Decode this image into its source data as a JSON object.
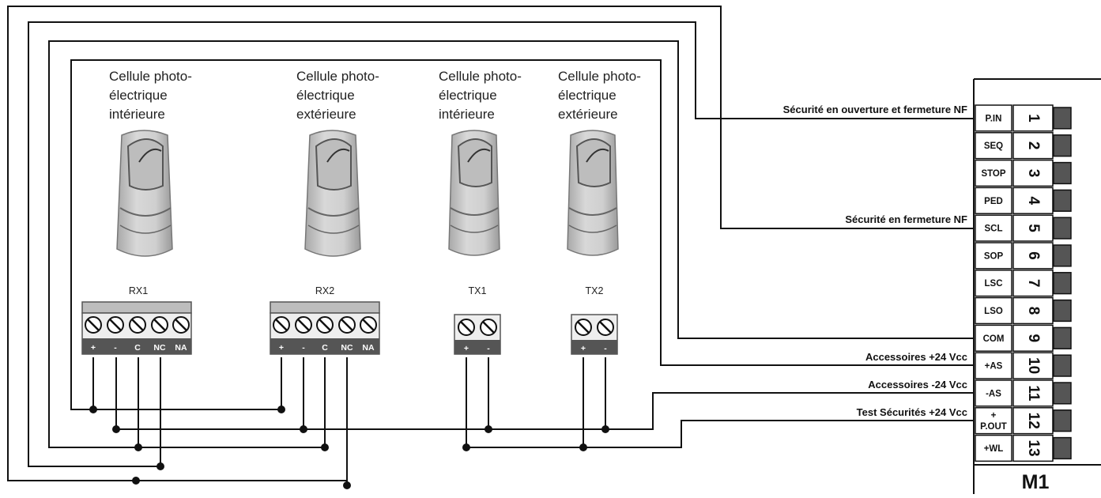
{
  "devices": [
    {
      "id": "rx1",
      "title_lines": [
        "Cellule photo-",
        "électrique",
        "intérieure"
      ],
      "code": "RX1",
      "pins": [
        "+",
        "-",
        "C",
        "NC",
        "NA"
      ]
    },
    {
      "id": "rx2",
      "title_lines": [
        "Cellule photo-",
        "électrique",
        "extérieure"
      ],
      "code": "RX2",
      "pins": [
        "+",
        "-",
        "C",
        "NC",
        "NA"
      ]
    },
    {
      "id": "tx1",
      "title_lines": [
        "Cellule photo-",
        "électrique",
        "intérieure"
      ],
      "code": "TX1",
      "pins": [
        "+",
        "-"
      ]
    },
    {
      "id": "tx2",
      "title_lines": [
        "Cellule photo-",
        "électrique",
        "extérieure"
      ],
      "code": "TX2",
      "pins": [
        "+",
        "-"
      ]
    }
  ],
  "board": {
    "name": "M1",
    "terminals": [
      {
        "label": "P.IN",
        "number": "1"
      },
      {
        "label": "SEQ",
        "number": "2"
      },
      {
        "label": "STOP",
        "number": "3"
      },
      {
        "label": "PED",
        "number": "4"
      },
      {
        "label": "SCL",
        "number": "5"
      },
      {
        "label": "SOP",
        "number": "6"
      },
      {
        "label": "LSC",
        "number": "7"
      },
      {
        "label": "LSO",
        "number": "8"
      },
      {
        "label": "COM",
        "number": "9"
      },
      {
        "label": "+AS",
        "number": "10"
      },
      {
        "label": "-AS",
        "number": "11"
      },
      {
        "label": "P.OUT",
        "label_top": "+",
        "number": "12"
      },
      {
        "label": "+WL",
        "number": "13"
      }
    ]
  },
  "wire_labels": {
    "pin1": "Sécurité en ouverture et fermeture NF",
    "scl": "Sécurité en fermeture NF",
    "plus_as": "Accessoires +24 Vcc",
    "minus_as": "Accessoires -24 Vcc",
    "pout": "Test Sécurités +24 Vcc"
  },
  "colors": {
    "wire": "#111111",
    "device_body": "#c9c9c9",
    "device_dark": "#8a8a8a",
    "terminal_block": "#555555"
  }
}
